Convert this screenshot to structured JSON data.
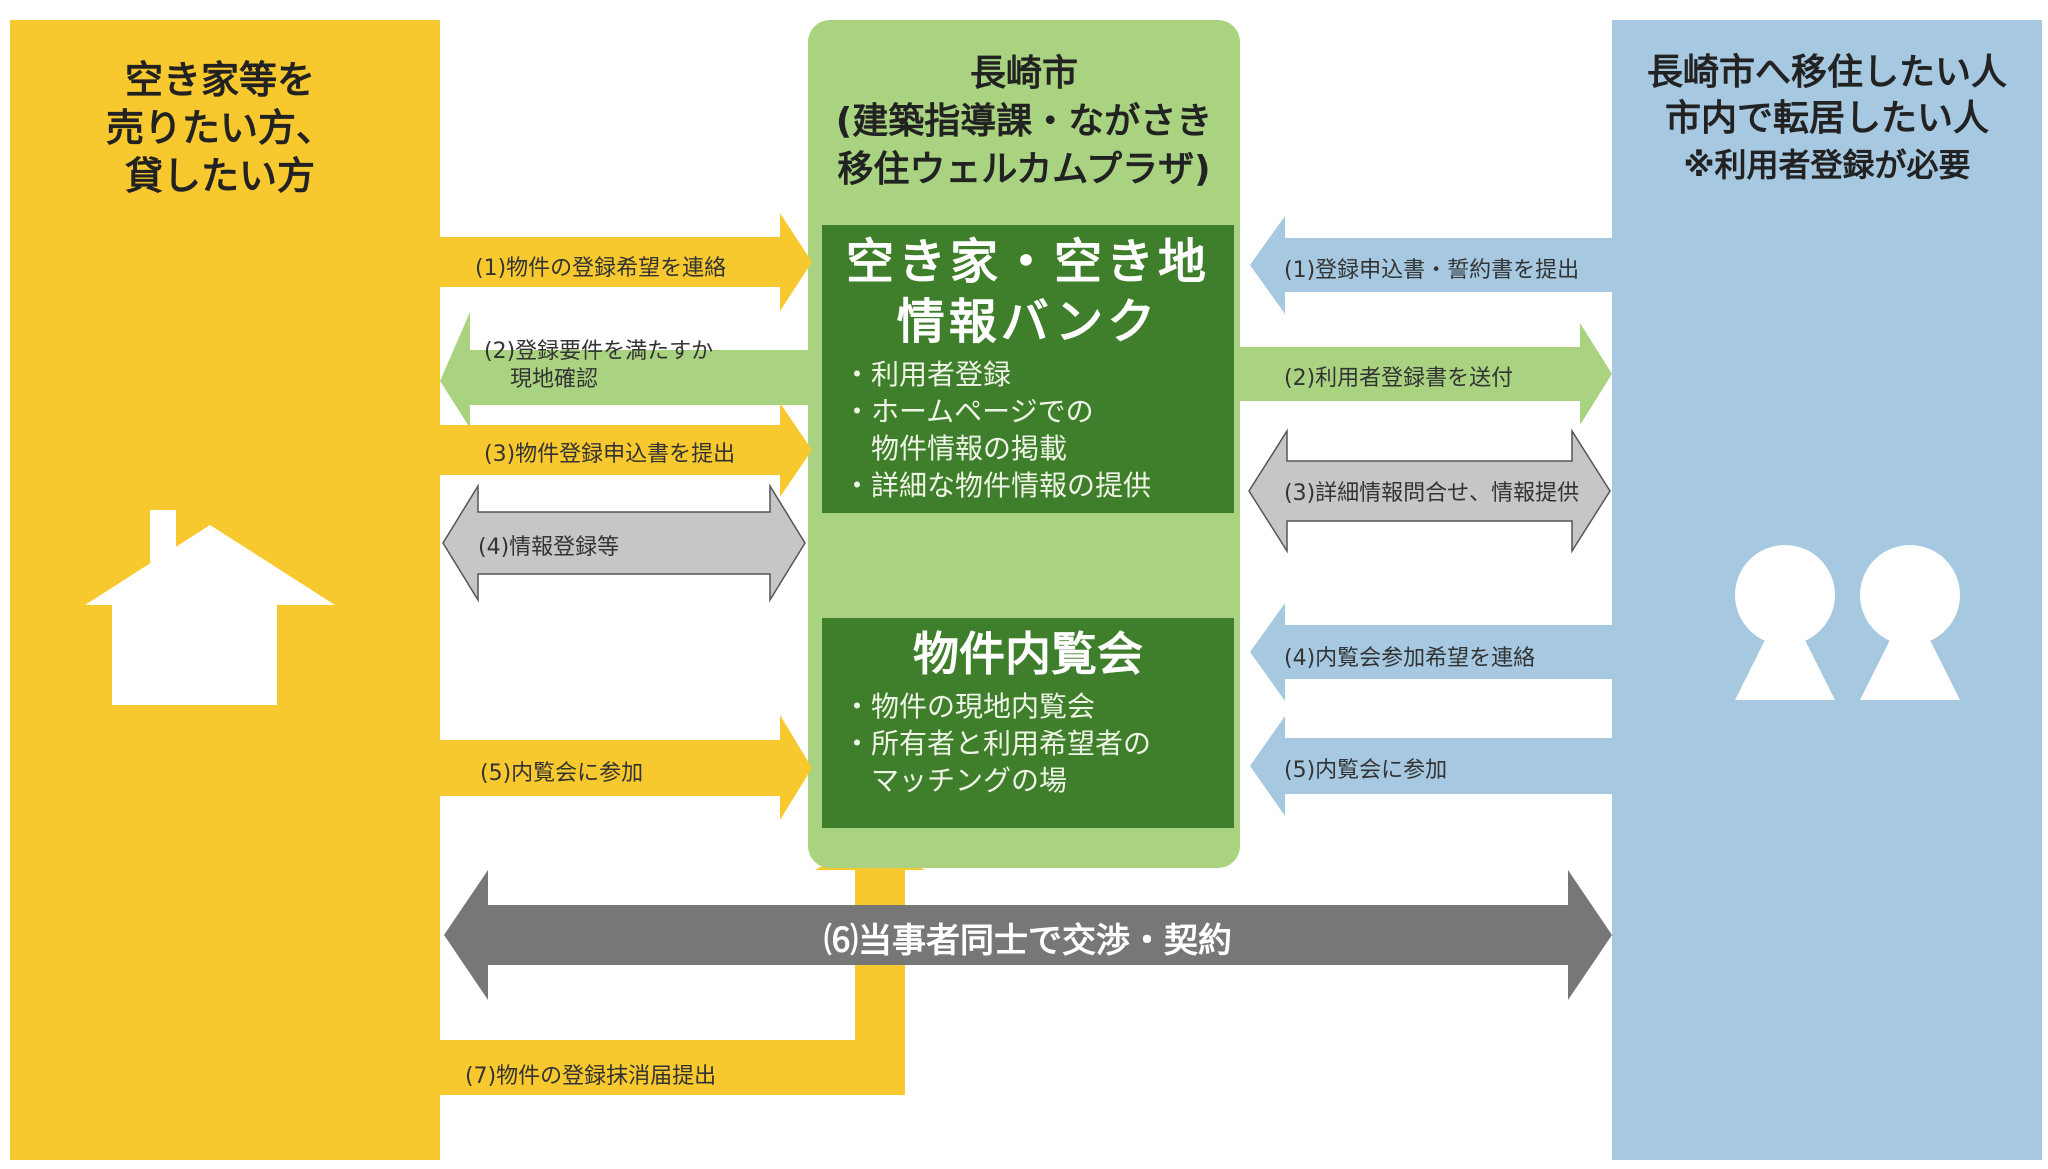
{
  "colors": {
    "yellow": "#f8c92e",
    "light_green": "#a9d381",
    "dark_green": "#3f7e2b",
    "light_blue": "#a6c8e1",
    "gray_arrow": "#c6c6c6",
    "dark_gray_arrow": "#777777"
  },
  "icons": {
    "left": "house-icon",
    "right": "two-people-icon"
  },
  "left_column": {
    "title_lines": [
      "空き家等を",
      "売りたい方、",
      "貸したい方"
    ]
  },
  "center_column": {
    "title_lines": [
      "長崎市",
      "(建築指導課・ながさき",
      "移住ウェルカムプラザ)"
    ],
    "bank": {
      "title_lines": [
        "空き家・空き地",
        "情報バンク"
      ],
      "items": [
        "・利用者登録",
        "・ホームページでの",
        "　物件情報の掲載",
        "・詳細な物件情報の提供"
      ]
    },
    "viewing": {
      "title": "物件内覧会",
      "items": [
        "・物件の現地内覧会",
        "・所有者と利用希望者の",
        "　マッチングの場"
      ]
    }
  },
  "right_column": {
    "title_lines": [
      "長崎市へ移住したい人",
      "市内で転居したい人",
      "※利用者登録が必要"
    ]
  },
  "left_arrows": [
    {
      "lines": [
        "(1)物件の登録希望を連絡"
      ],
      "direction": "right"
    },
    {
      "lines": [
        "(2)登録要件を満たすか",
        "現地確認"
      ],
      "direction": "left"
    },
    {
      "lines": [
        "(3)物件登録申込書を提出"
      ],
      "direction": "right"
    },
    {
      "lines": [
        "(4)情報登録等"
      ],
      "direction": "both"
    },
    {
      "lines": [
        "(5)内覧会に参加"
      ],
      "direction": "right"
    }
  ],
  "right_arrows": [
    {
      "lines": [
        "(1)登録申込書・誓約書を提出"
      ],
      "direction": "left"
    },
    {
      "lines": [
        "(2)利用者登録書を送付"
      ],
      "direction": "right"
    },
    {
      "lines": [
        "(3)詳細情報問合せ、情報提供"
      ],
      "direction": "both"
    },
    {
      "lines": [
        "(4)内覧会参加希望を連絡"
      ],
      "direction": "left"
    },
    {
      "lines": [
        "(5)内覧会に参加"
      ],
      "direction": "left"
    }
  ],
  "bottom_arrows": {
    "negotiate": "⑹当事者同士で交渉・契約",
    "deregister": "(7)物件の登録抹消届提出"
  }
}
